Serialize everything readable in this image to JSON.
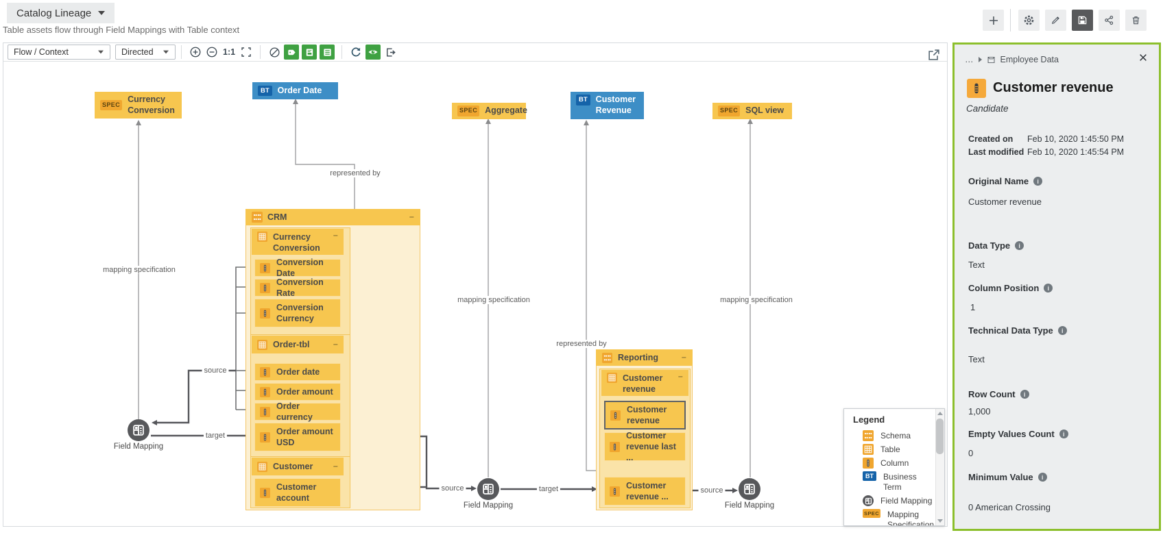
{
  "header": {
    "title": "Catalog Lineage",
    "subtitle": "Table assets flow through Field Mappings with Table context"
  },
  "toolbar": {
    "view_select": "Flow / Context",
    "direction_select": "Directed",
    "zoom_ratio": "1:1"
  },
  "diagram": {
    "collapse_glyph": "−",
    "nodes": {
      "currency_conversion": {
        "badge": "SPEC",
        "label": "Currency Conversion"
      },
      "order_date": {
        "badge": "BT",
        "label": "Order Date"
      },
      "aggregate": {
        "badge": "SPEC",
        "label": "Aggregate"
      },
      "customer_revenue": {
        "badge": "BT",
        "label": "Customer Revenue"
      },
      "sql_view": {
        "badge": "SPEC",
        "label": "SQL view"
      }
    },
    "crm": {
      "label": "CRM",
      "tables": [
        {
          "label": "Currency Conversion",
          "columns": [
            "Conversion Date",
            "Conversion Rate",
            "Conversion Currency"
          ]
        },
        {
          "label": "Order-tbl",
          "columns": [
            "Order date",
            "Order amount",
            "Order currency",
            "Order amount USD"
          ]
        },
        {
          "label": "Customer",
          "columns": [
            "Customer account"
          ]
        }
      ]
    },
    "reporting": {
      "label": "Reporting",
      "tables": [
        {
          "label": "Customer revenue",
          "columns": [
            "Customer revenue",
            "Customer revenue last ...",
            "Customer revenue ..."
          ]
        }
      ]
    },
    "field_mapping_label": "Field Mapping",
    "edge_labels": {
      "mapping_specification": "mapping specification",
      "represented_by": "represented by",
      "source": "source",
      "target": "target"
    }
  },
  "legend": {
    "title": "Legend",
    "items": [
      {
        "icon": "schema-icon",
        "label": "Schema"
      },
      {
        "icon": "table-icon",
        "label": "Table"
      },
      {
        "icon": "column-icon",
        "label": "Column"
      },
      {
        "icon": "bt-badge",
        "badge": "BT",
        "label": "Business Term"
      },
      {
        "icon": "field-mapping-icon",
        "label": "Field Mapping"
      },
      {
        "icon": "spec-badge",
        "badge": "SPEC",
        "label": "Mapping Specification"
      }
    ]
  },
  "panel": {
    "breadcrumb": {
      "ellipsis": "…",
      "context": "Employee Data"
    },
    "title": "Customer revenue",
    "status": "Candidate",
    "meta": [
      {
        "label": "Created on",
        "value": "Feb 10, 2020 1:45:50 PM"
      },
      {
        "label": "Last modified",
        "value": "Feb 10, 2020 1:45:54 PM"
      }
    ],
    "fields": [
      {
        "label": "Original Name",
        "value": "Customer revenue"
      },
      {
        "label": "Data Type",
        "value": "Text"
      },
      {
        "label": "Column Position",
        "value": "1"
      },
      {
        "label": "Technical Data Type",
        "value": "Text"
      },
      {
        "label": "Row Count",
        "value": "1,000"
      },
      {
        "label": "Empty Values Count",
        "value": "0"
      },
      {
        "label": "Minimum Value",
        "value": "0 American Crossing"
      }
    ]
  },
  "colors": {
    "node_orange": "#F7C64F",
    "badge_orange": "#F0A62F",
    "node_blue": "#3D8EC6",
    "badge_blue": "#1563A9",
    "toolbar_green": "#3FA142",
    "panel_border_green": "#8CBF2C",
    "save_active_bg": "#58595B"
  }
}
